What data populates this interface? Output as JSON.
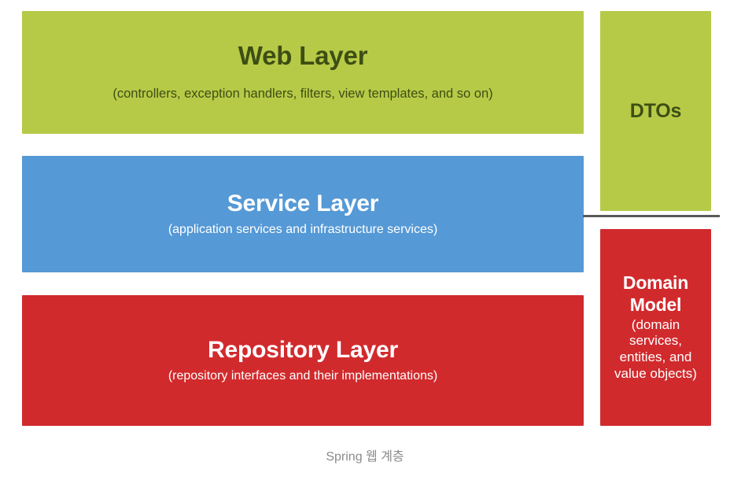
{
  "diagram": {
    "caption": "Spring 웹 계층",
    "colors": {
      "green": "#b7ca47",
      "green_text": "#3d4e14",
      "blue": "#5599d6",
      "red": "#d12a2d",
      "white_text": "#ffffff",
      "divider": "#5a5a5a",
      "caption_text": "#8b8b8b",
      "background": "#ffffff"
    },
    "main_layers": [
      {
        "id": "web-layer",
        "title": "Web Layer",
        "subtitle": "(controllers, exception handlers, filters, view templates, and so on)",
        "color": "#b7ca47"
      },
      {
        "id": "service-layer",
        "title": "Service Layer",
        "subtitle": "(application services and infrastructure services)",
        "color": "#5599d6"
      },
      {
        "id": "repository-layer",
        "title": "Repository Layer",
        "subtitle": "(repository interfaces and their implementations)",
        "color": "#d12a2d"
      }
    ],
    "side_boxes": [
      {
        "id": "dtos-box",
        "title": "DTOs",
        "subtitle": "",
        "color": "#b7ca47"
      },
      {
        "id": "domain-model-box",
        "title": "Domain Model",
        "subtitle": "(domain services, entities, and value objects)",
        "color": "#d12a2d"
      }
    ]
  }
}
